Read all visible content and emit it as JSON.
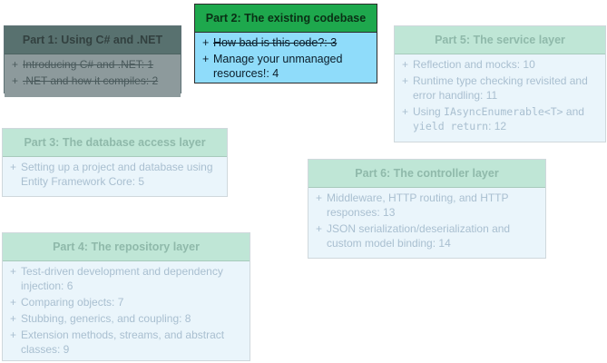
{
  "parts": [
    {
      "title": "Part 1: Using C# and .NET",
      "items": [
        {
          "text": "Introducing C# and .NET: 1",
          "struck": true
        },
        {
          "text": ".NET and how it compiles: 2",
          "struck": true
        }
      ]
    },
    {
      "title": "Part 2: The existing codebase",
      "items": [
        {
          "text": "How bad is this code?: 3",
          "struck": true
        },
        {
          "text": "Manage your unmanaged resources!: 4",
          "struck": false
        }
      ]
    },
    {
      "title": "Part 3: The database access layer",
      "items": [
        {
          "text": "Setting up a project and database using Entity Framework Core: 5"
        }
      ]
    },
    {
      "title": "Part 4: The repository layer",
      "items": [
        {
          "text": "Test-driven development and dependency injection: 6"
        },
        {
          "text": "Comparing objects: 7"
        },
        {
          "text": "Stubbing, generics, and coupling: 8"
        },
        {
          "text": "Extension methods, streams, and abstract classes: 9"
        }
      ]
    },
    {
      "title": "Part 5: The service layer",
      "items": [
        {
          "text": "Reflection and mocks: 10"
        },
        {
          "text": "Runtime type checking revisited and error handling: 11"
        },
        {
          "pre": "Using ",
          "code1": "IAsyncEnumerable<T>",
          "mid": " and ",
          "code2": "yield return",
          "post": ": 12"
        }
      ]
    },
    {
      "title": "Part 6: The controller layer",
      "items": [
        {
          "text": "Middleware, HTTP routing, and HTTP responses: 13"
        },
        {
          "text": "JSON serialization/deserialization and custom model binding: 14"
        }
      ]
    }
  ],
  "bullet": "+"
}
